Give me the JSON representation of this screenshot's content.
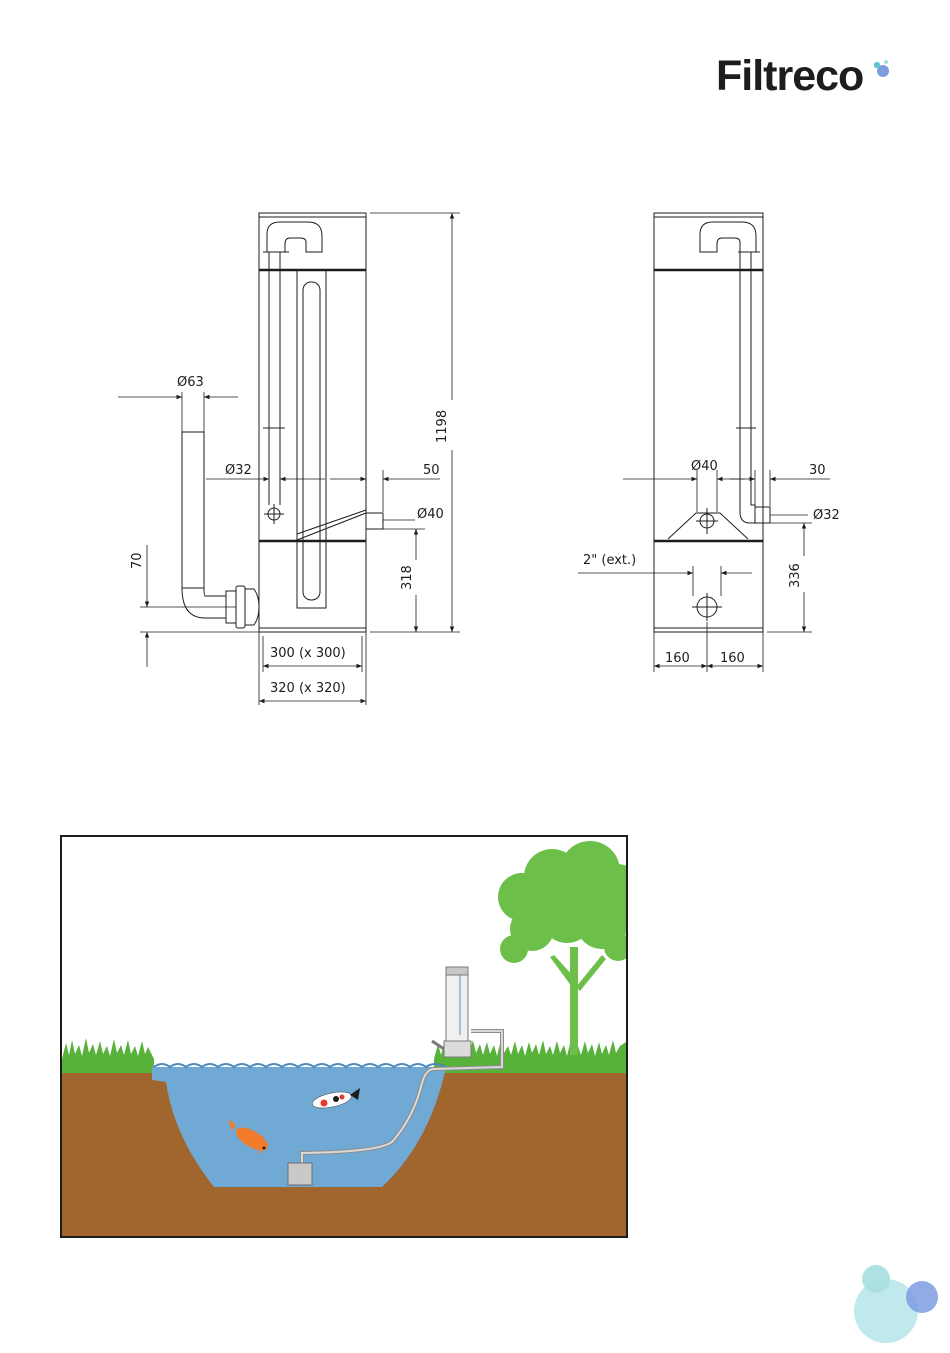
{
  "brand": {
    "name": "Filtreco",
    "colors": {
      "text": "#1d1d1b",
      "accent": "#5fc6d0",
      "accent2": "#7c9ce0"
    }
  },
  "front_view": {
    "dims": {
      "pipe_dia": "Ø63",
      "inlet_dia": "Ø32",
      "offset": "50",
      "outlet_dia": "Ø40",
      "height_total": "1198",
      "outlet_height": "318",
      "inlet_height": "70",
      "inner_width": "300 (x 300)",
      "outer_width": "320 (x 320)"
    }
  },
  "side_view": {
    "dims": {
      "drain_dia": "Ø40",
      "offset": "30",
      "inlet_dia": "Ø32",
      "ext_thread": "2\" (ext.)",
      "height": "336",
      "half_left": "160",
      "half_right": "160"
    }
  },
  "scene": {
    "colors": {
      "water": "#6fa9d4",
      "soil": "#a0662d",
      "grass": "#58b23a",
      "tree": "#6cc04a",
      "koi_orange": "#f07c2c"
    }
  }
}
